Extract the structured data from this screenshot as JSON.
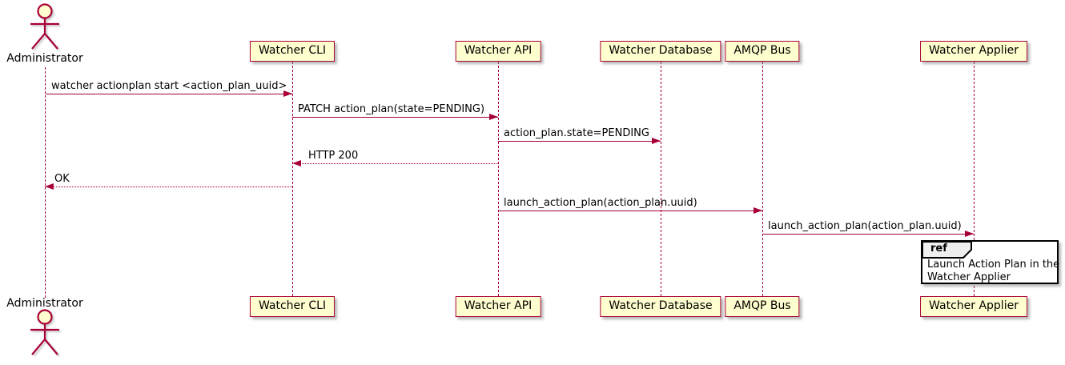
{
  "diagram": {
    "type": "sequence-diagram",
    "actor": {
      "name": "Administrator"
    },
    "participants": [
      {
        "name": "Watcher CLI"
      },
      {
        "name": "Watcher API"
      },
      {
        "name": "Watcher Database"
      },
      {
        "name": "AMQP Bus"
      },
      {
        "name": "Watcher Applier"
      }
    ],
    "messages": [
      {
        "text": "watcher actionplan start <action_plan_uuid>",
        "from": "Administrator",
        "to": "Watcher CLI",
        "line": "solid",
        "direction": "right"
      },
      {
        "text": "PATCH action_plan(state=PENDING)",
        "from": "Watcher CLI",
        "to": "Watcher API",
        "line": "solid",
        "direction": "right"
      },
      {
        "text": "action_plan.state=PENDING",
        "from": "Watcher API",
        "to": "Watcher Database",
        "line": "solid",
        "direction": "right"
      },
      {
        "text": "HTTP 200",
        "from": "Watcher API",
        "to": "Watcher CLI",
        "line": "dotted",
        "direction": "left"
      },
      {
        "text": "OK",
        "from": "Watcher CLI",
        "to": "Administrator",
        "line": "dotted",
        "direction": "left"
      },
      {
        "text": "launch_action_plan(action_plan.uuid)",
        "from": "Watcher API",
        "to": "AMQP Bus",
        "line": "solid",
        "direction": "right"
      },
      {
        "text": "launch_action_plan(action_plan.uuid)",
        "from": "AMQP Bus",
        "to": "Watcher Applier",
        "line": "solid",
        "direction": "right"
      }
    ],
    "ref_fragment": {
      "keyword": "ref",
      "lines": [
        "Launch Action Plan in the",
        "Watcher Applier"
      ],
      "over": "Watcher Applier"
    },
    "colors": {
      "participant_fill": "#FEFECE",
      "border_and_arrows": "#A80036",
      "text": "#000000",
      "ref_header_fill": "#EEEEEE",
      "ref_border": "#000000",
      "background": "#FFFFFF"
    }
  }
}
